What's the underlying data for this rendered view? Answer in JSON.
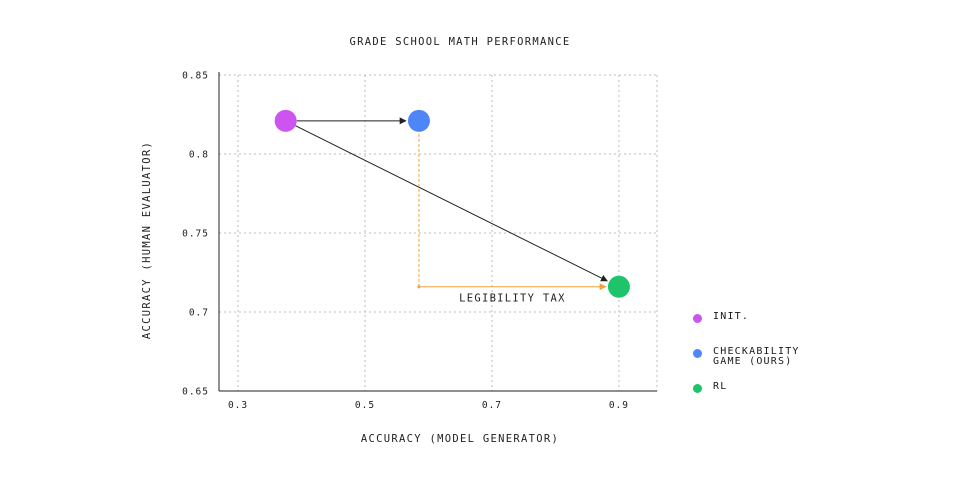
{
  "chart_data": {
    "type": "scatter",
    "title": "GRADE SCHOOL MATH PERFORMANCE",
    "xlabel": "ACCURACY (MODEL GENERATOR)",
    "ylabel": "ACCURACY (HUMAN EVALUATOR)",
    "xlim": [
      0.27,
      0.96
    ],
    "ylim": [
      0.65,
      0.85
    ],
    "x_ticks": [
      0.3,
      0.5,
      0.7,
      0.9
    ],
    "x_tick_labels": [
      "0.3",
      "0.5",
      "0.7",
      "0.9"
    ],
    "y_ticks": [
      0.65,
      0.7,
      0.75,
      0.8,
      0.85
    ],
    "y_tick_labels": [
      "0.65",
      "0.7",
      "0.75",
      "0.8",
      "0.85"
    ],
    "grid": true,
    "legend_position": "right",
    "series": [
      {
        "name": "INIT.",
        "color": "#cc55f2",
        "x": 0.375,
        "y": 0.821
      },
      {
        "name": "CHECKABILITY\nGAME (OURS)",
        "color": "#4f86f7",
        "x": 0.585,
        "y": 0.821
      },
      {
        "name": "RL",
        "color": "#1dc46a",
        "x": 0.9,
        "y": 0.716
      }
    ],
    "annotations": [
      {
        "type": "arrow",
        "from": [
          0.375,
          0.821
        ],
        "to": [
          0.585,
          0.821
        ],
        "color": "#222222"
      },
      {
        "type": "arrow",
        "from": [
          0.375,
          0.821
        ],
        "to": [
          0.9,
          0.716
        ],
        "color": "#222222"
      },
      {
        "type": "dashed-bracket",
        "from": [
          0.585,
          0.821
        ],
        "corner": [
          0.585,
          0.716
        ],
        "to": [
          0.9,
          0.716
        ],
        "color": "#f0a23c",
        "label": "LEGIBILITY TAX"
      }
    ]
  }
}
